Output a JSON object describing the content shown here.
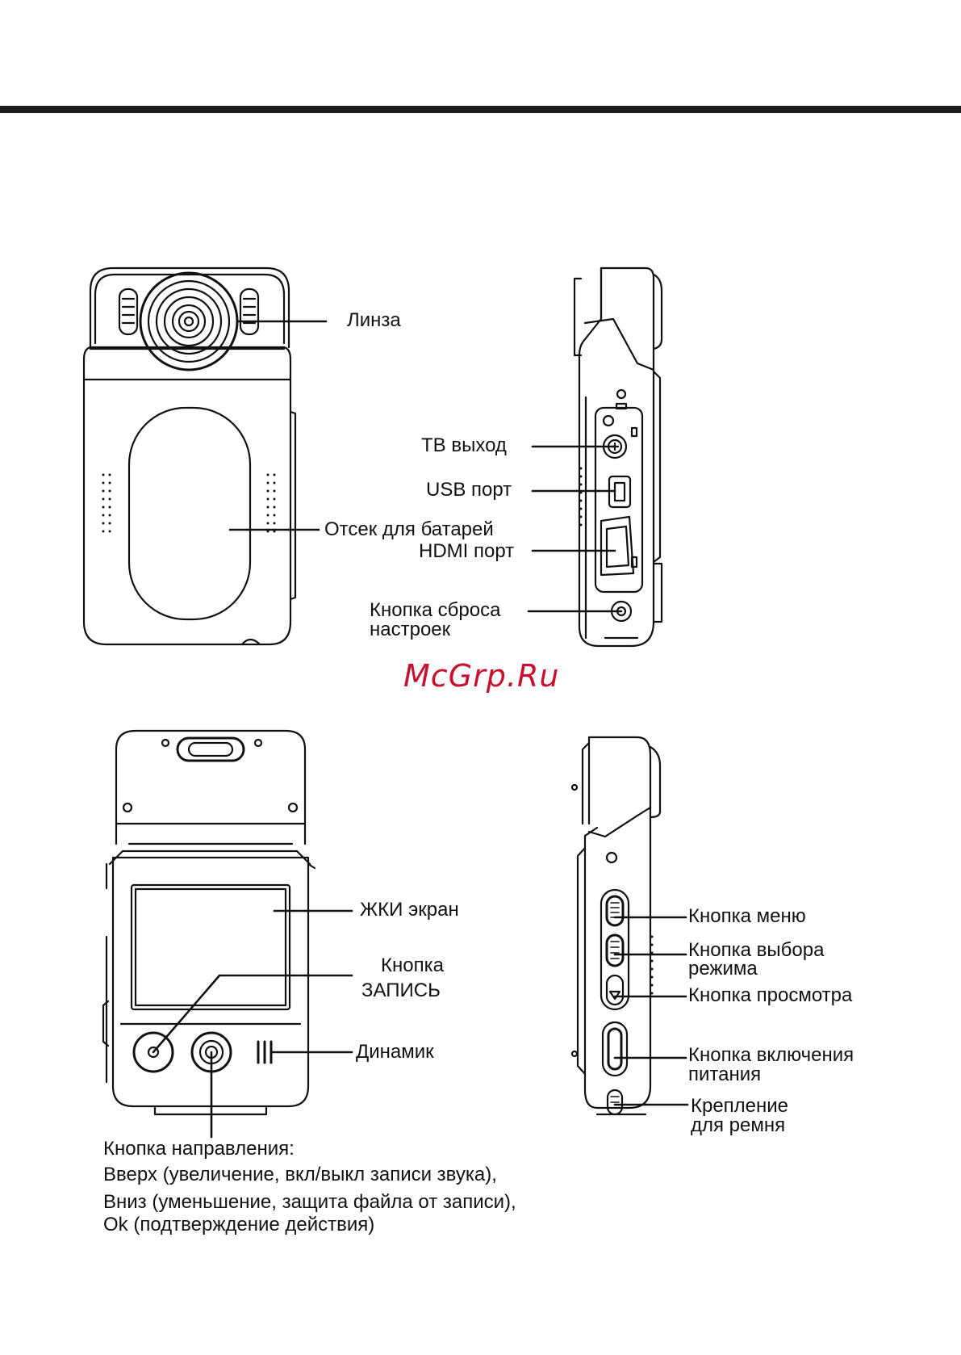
{
  "watermark": "McGrp.Ru",
  "labels": {
    "lens": "Линза",
    "tv_out": "ТВ выход",
    "usb_port": "USB порт",
    "battery": "Отсек для батарей",
    "hdmi_port": "HDMI порт",
    "reset_line1": "Кнопка сброса",
    "reset_line2": "настроек",
    "lcd": "ЖКИ экран",
    "rec_line1": "Кнопка",
    "rec_line2": "ЗАПИСЬ",
    "speaker": "Динамик",
    "menu_btn": "Кнопка меню",
    "mode_line1": "Кнопка выбора",
    "mode_line2": "режима",
    "view_btn": "Кнопка просмотра",
    "power_line1": "Кнопка включения",
    "power_line2": "питания",
    "strap_line1": "Крепление",
    "strap_line2": "для ремня"
  },
  "direction_note": {
    "line1": "Кнопка направления:",
    "line2": "Вверх (увеличение, вкл/выкл записи звука),",
    "line3": "Вниз  (уменьшение, защита файла от записи),",
    "line4": "Ok (подтверждение действия)"
  },
  "colors": {
    "ink": "#111111",
    "watermark": "#c8102e",
    "bar": "#1c1c1c"
  }
}
